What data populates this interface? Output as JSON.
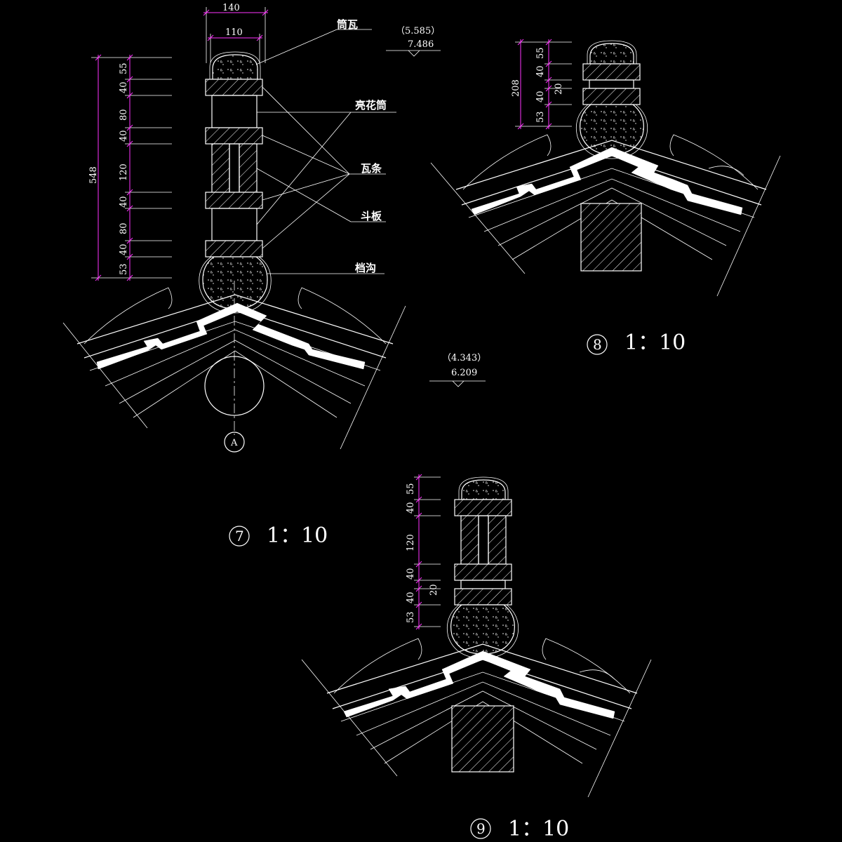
{
  "labels": {
    "tube_tile": "筒瓦",
    "flower_tube": "亮花筒",
    "tile_strip": "瓦条",
    "dou_board": "斗板",
    "gutter": "档沟"
  },
  "levels": {
    "top": {
      "paren": "（5.585）",
      "value": "7.486"
    },
    "bottom": {
      "paren": "（4.343）",
      "value": "6.209"
    }
  },
  "detail7": {
    "width_outer": "140",
    "width_inner": "110",
    "total": "548",
    "dims": [
      "55",
      "40",
      "80",
      "40",
      "120",
      "40",
      "80",
      "40",
      "53"
    ],
    "axis": "A",
    "number": "7",
    "scale": "1：10"
  },
  "detail8": {
    "total": "208",
    "dims": [
      "55",
      "40",
      "40",
      "53"
    ],
    "side_dim": "20",
    "number": "8",
    "scale": "1：10"
  },
  "detail9": {
    "dims": [
      "55",
      "40",
      "120",
      "40",
      "40",
      "53"
    ],
    "side_dim": "20",
    "number": "9",
    "scale": "1：10"
  }
}
